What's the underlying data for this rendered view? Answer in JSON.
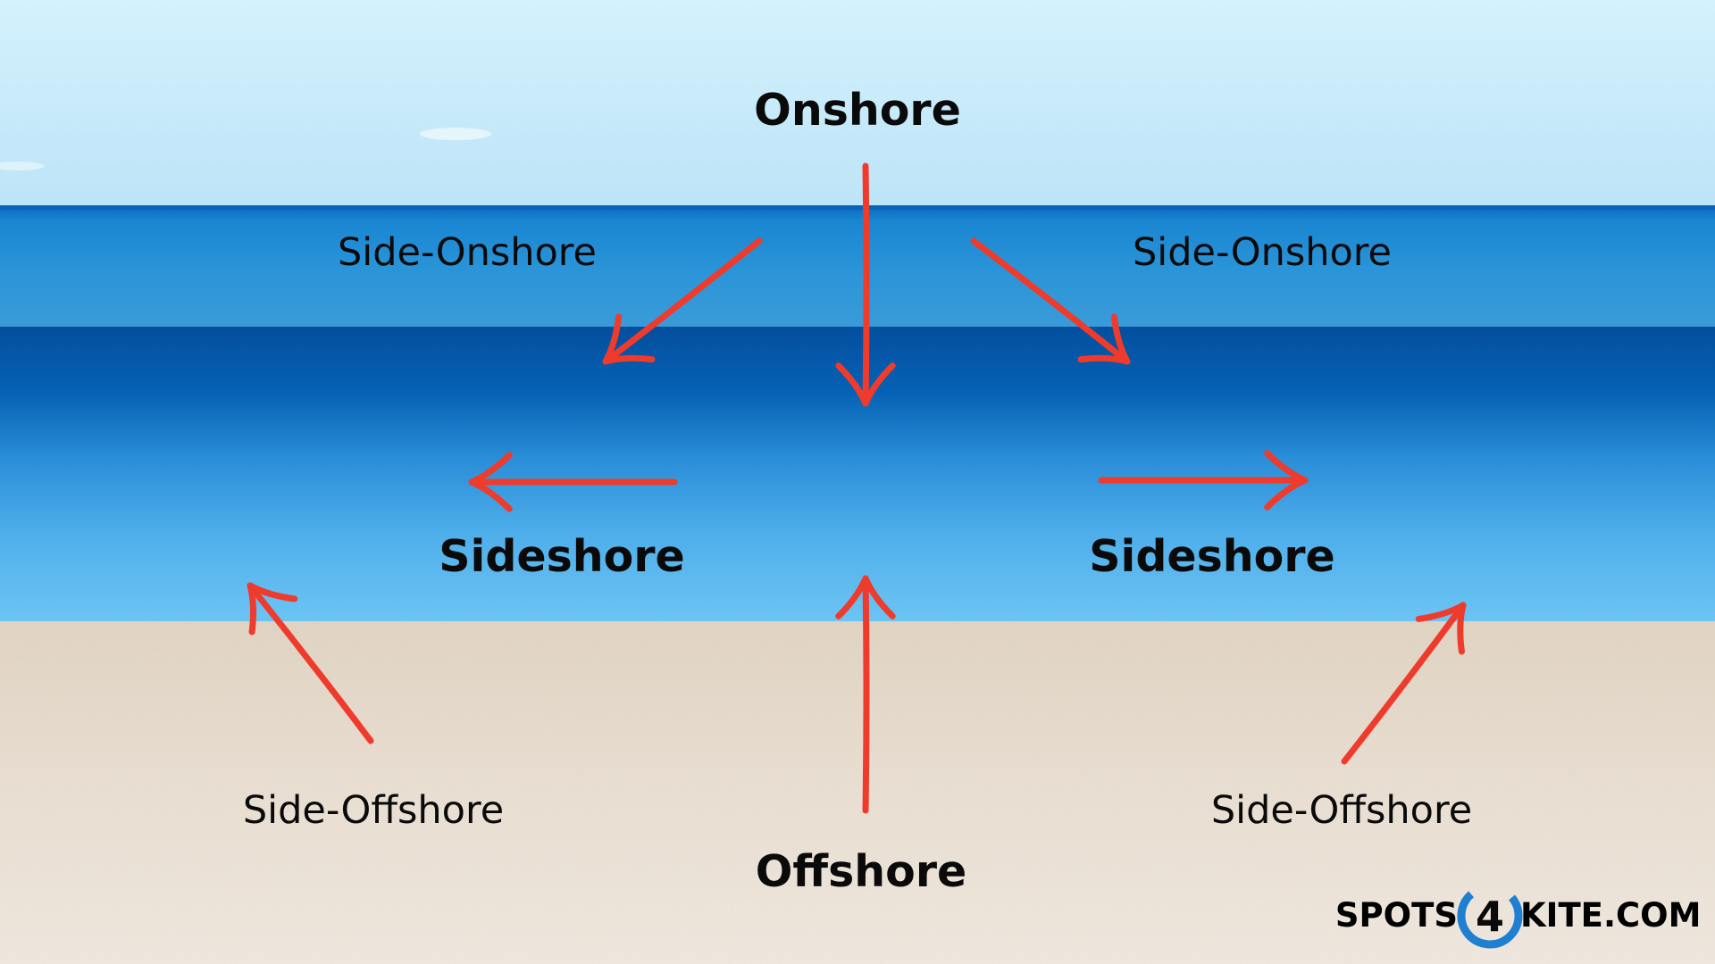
{
  "labels": {
    "onshore": "Onshore",
    "side_onshore_left": "Side-Onshore",
    "side_onshore_right": "Side-Onshore",
    "sideshore_left": "Sideshore",
    "sideshore_right": "Sideshore",
    "side_offshore_left": "Side-Offshore",
    "side_offshore_right": "Side-Offshore",
    "offshore": "Offshore"
  },
  "logo": {
    "part1": "SPOTS",
    "digit": "4",
    "part2": "KITE.COM"
  },
  "colors": {
    "arrow": "#ef3b2c",
    "sky_top": "#d2f0fc",
    "sky_bottom": "#b9e2f6",
    "sea_far": "#2a93d6",
    "sea_deep": "#0553a2",
    "sea_near": "#5dbcf0",
    "sand": "#ebe1d4",
    "logo_blue": "#1f7fd0"
  }
}
